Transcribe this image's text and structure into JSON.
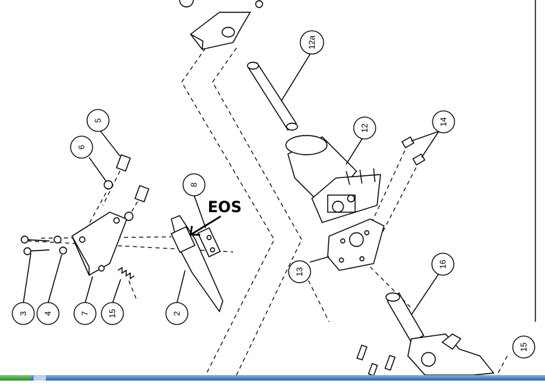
{
  "diagram": {
    "annotation": "EOS",
    "callouts": [
      {
        "id": "3",
        "label": "3"
      },
      {
        "id": "4",
        "label": "4"
      },
      {
        "id": "7",
        "label": "7"
      },
      {
        "id": "15a",
        "label": "15"
      },
      {
        "id": "2",
        "label": "2"
      },
      {
        "id": "6",
        "label": "6"
      },
      {
        "id": "5",
        "label": "5"
      },
      {
        "id": "8",
        "label": "8"
      },
      {
        "id": "12a",
        "label": "12a"
      },
      {
        "id": "12",
        "label": "12"
      },
      {
        "id": "14",
        "label": "14"
      },
      {
        "id": "13",
        "label": "13"
      },
      {
        "id": "16",
        "label": "16"
      },
      {
        "id": "15b",
        "label": "15"
      }
    ]
  },
  "taskbar": {
    "visible": true
  }
}
